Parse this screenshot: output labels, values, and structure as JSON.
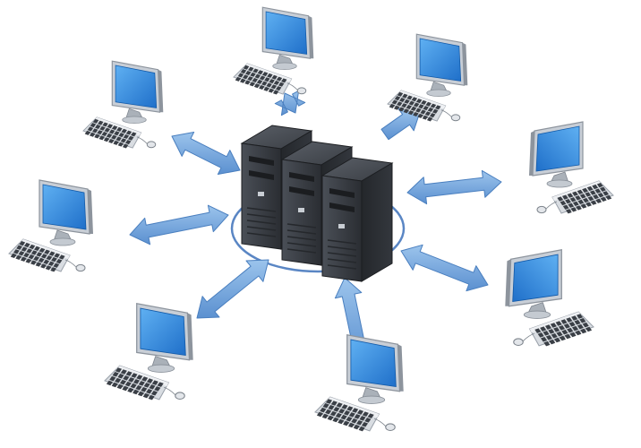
{
  "diagram": {
    "type": "client-server network",
    "hub": {
      "name": "server-cluster",
      "unit_count": 3
    },
    "clients": [
      {
        "name": "workstation-top-left"
      },
      {
        "name": "workstation-top-center"
      },
      {
        "name": "workstation-top-right"
      },
      {
        "name": "workstation-right-upper"
      },
      {
        "name": "workstation-right-lower"
      },
      {
        "name": "workstation-left"
      },
      {
        "name": "workstation-bottom-left"
      },
      {
        "name": "workstation-bottom-center"
      }
    ],
    "connections": [
      {
        "name": "link-upper-left",
        "direction": "bidirectional"
      },
      {
        "name": "link-top-center",
        "direction": "bidirectional"
      },
      {
        "name": "link-upper-right",
        "direction": "to-client"
      },
      {
        "name": "link-right",
        "direction": "bidirectional"
      },
      {
        "name": "link-lower-right",
        "direction": "bidirectional"
      },
      {
        "name": "link-left",
        "direction": "bidirectional"
      },
      {
        "name": "link-lower-left",
        "direction": "bidirectional"
      },
      {
        "name": "link-bottom",
        "direction": "to-server"
      }
    ]
  },
  "colors": {
    "screen": "#1f78d6",
    "screen_highlight": "#5fb0f2",
    "monitor_frame": "#c8ced6",
    "monitor_frame_dark": "#8d949d",
    "keyboard": "#d9dde2",
    "keys": "#3a3f46",
    "arrow": "#6fa3dd",
    "arrow_edge": "#4a7fbf",
    "server": "#2b2e33",
    "server_front": "#3c4047",
    "ring": "#5a86c4",
    "background": "#ffffff"
  }
}
